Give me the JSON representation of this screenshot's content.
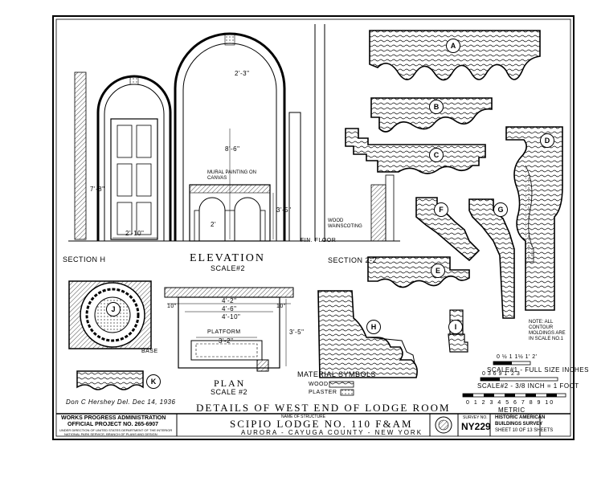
{
  "drawing": {
    "section_h_label": "SECTION H",
    "elevation_title": "ELEVATION",
    "elevation_scale": "SCALE#2",
    "section_2_label": "SECTION 2-2",
    "plan_title": "PLAN",
    "plan_scale": "SCALE #2",
    "material_symbols_title": "MATERIAL SYMBOLS",
    "material_wood": "WOOD",
    "material_plaster": "PLASTER",
    "mural_note": "MURAL PAINTING ON CANVAS",
    "platform_label": "PLATFORM",
    "fin_floor_label": "FIN. FLOOR",
    "wood_wainscoting_label": "WOOD WAINSCOTING",
    "base_label": "BASE",
    "contour_note": "NOTE: ALL CONTOUR MOLDINGS ARE IN SCALE NO.1",
    "scale1_label": "SCALE#1 - FULL SIZE INCHES",
    "scale2_label": "SCALE#2 - 3/8 INCH = 1 FOOT",
    "metric_label": "METRIC",
    "scale1_ticks": "0 ½ 1 1½ 1'    2'",
    "scale2_ticks": "0 3 6 9 1'    2    3",
    "metric_ticks": "0 1 2 3 4 5 6 7 8 9 10",
    "delineator": "Don C Hershey Del. Dec 14, 1936",
    "sheet_title": "DETAILS OF WEST END OF LODGE ROOM"
  },
  "detail_markers": [
    "A",
    "B",
    "C",
    "D",
    "E",
    "F",
    "G",
    "H",
    "I",
    "J",
    "K"
  ],
  "dimensions": {
    "elev_door_height": "7'-8\"",
    "elev_door_width": "2'-10\"",
    "elev_arch_height": "8'-6\"",
    "elev_arch_radius": "2'-3\"",
    "elev_inner_height": "3'-5\"",
    "elev_small_width": "2'",
    "plan_w1": "4'-2\"",
    "plan_w2": "4'-6\"",
    "plan_w3": "4'-10\"",
    "plan_w4": "3'-2\"",
    "plan_depth": "3'-5\"",
    "plan_side1": "10\"",
    "plan_side2": "10\""
  },
  "title_block": {
    "agency_line1": "WORKS PROGRESS ADMINISTRATION",
    "agency_line2": "OFFICIAL PROJECT NO. 265-6907",
    "agency_line3": "UNDER DIRECTION OF UNITED STATES DEPARTMENT OF THE INTERIOR",
    "agency_line4": "NATIONAL PARK SERVICE, BRANCH OF PLANS AND DESIGN",
    "structure_caption": "NAME OF STRUCTURE",
    "structure_name": "SCIPIO LODGE NO. 110 F&AM",
    "location": "AURORA - CAYUGA COUNTY - NEW YORK",
    "survey_caption": "SURVEY NO.",
    "survey_no": "NY229",
    "habs_line1": "HISTORIC AMERICAN",
    "habs_line2": "BUILDINGS SURVEY",
    "sheet_info": "SHEET 10 OF 13 SHEETS"
  }
}
